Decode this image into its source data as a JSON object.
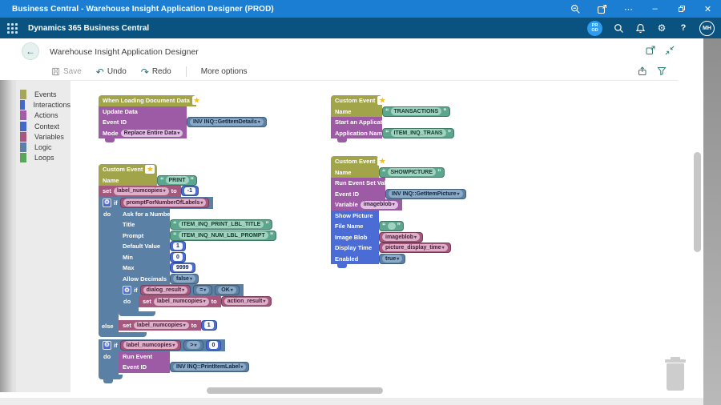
{
  "colors": {
    "titlebar_blue": "#1B7ED3",
    "appbar_navy": "#0A5380",
    "accent_teal": "#2E7D74",
    "block_olive": "#A2A449",
    "block_purple": "#9E5BA5",
    "block_bluegray": "#5B80A5",
    "block_blue": "#4A6CD4",
    "block_pink": "#A5577D",
    "block_green": "#5BA68D"
  },
  "titlebar": {
    "title": "Business Central - Warehouse Insight Application Designer (PROD)"
  },
  "appbar": {
    "product": "Dynamics 365 Business Central",
    "badge_line1": "PR",
    "badge_line2": "OD",
    "help": "?",
    "avatar_initials": "MH"
  },
  "page": {
    "title": "Warehouse Insight Application Designer"
  },
  "toolbar": {
    "save": "Save",
    "undo": "Undo",
    "redo": "Redo",
    "more": "More options"
  },
  "toolbox": {
    "items": [
      {
        "label": "Events"
      },
      {
        "label": "Interactions"
      },
      {
        "label": "Actions"
      },
      {
        "label": "Context"
      },
      {
        "label": "Variables"
      },
      {
        "label": "Logic"
      },
      {
        "label": "Loops"
      }
    ]
  },
  "kw": {
    "set": "set",
    "to": "to",
    "if": "if",
    "do": "do",
    "else": "else",
    "name": "Name"
  },
  "block_loading": {
    "header": "When Loading Document Data",
    "update_data": "Update Data",
    "event_id_label": "Event ID",
    "event_id_value": "INV INQ::GetItemDetails",
    "mode_label": "Mode",
    "mode_value": "Replace Entire Data"
  },
  "block_transactions": {
    "header": "Custom Event",
    "name_value": "TRANSACTIONS",
    "start_app": "Start an Application",
    "app_name_label": "Application Name",
    "app_name_value": "ITEM_INQ_TRANS"
  },
  "block_print": {
    "header": "Custom Event",
    "name_value": "PRINT",
    "set1_var": "label_numcopies",
    "set1_value": "-1",
    "if1_cond": "promptForNumberOfLabels",
    "ask": {
      "title": "Ask for a Number",
      "title_label": "Title",
      "title_value": "ITEM_INQ_PRINT_LBL_TITLE",
      "prompt_label": "Prompt",
      "prompt_value": "ITEM_INQ_NUM_LBL_PROMPT",
      "default_label": "Default Value",
      "default_value": "1",
      "min_label": "Min",
      "min_value": "0",
      "max_label": "Max",
      "max_value": "9999",
      "decimals_label": "Allow Decimals",
      "decimals_value": "false"
    },
    "if2_var": "dialog_result",
    "if2_op": "=",
    "if2_value": "OK",
    "set2_var": "label_numcopies",
    "set2_value": "action_result",
    "else_set_var": "label_numcopies",
    "else_set_value": "1",
    "if3_var": "label_numcopies",
    "if3_op": ">",
    "if3_value": "0",
    "run_event": "Run Event",
    "run_event_id_label": "Event ID",
    "run_event_id_value": "INV INQ::PrintItemLabel"
  },
  "block_showpicture": {
    "header": "Custom Event",
    "name_value": "SHOWPICTURE",
    "run_set_value": "Run Event Set Value",
    "event_id_label": "Event ID",
    "event_id_value": "INV INQ::GetItemPicture",
    "variable_label": "Variable",
    "variable_value": "imageblob",
    "show_picture": "Show Picture",
    "file_name_label": "File Name",
    "image_blob_label": "Image Blob",
    "image_blob_value": "imageblob",
    "display_time_label": "Display Time",
    "display_time_value": "picture_display_time",
    "enabled_label": "Enabled",
    "enabled_value": "true"
  }
}
